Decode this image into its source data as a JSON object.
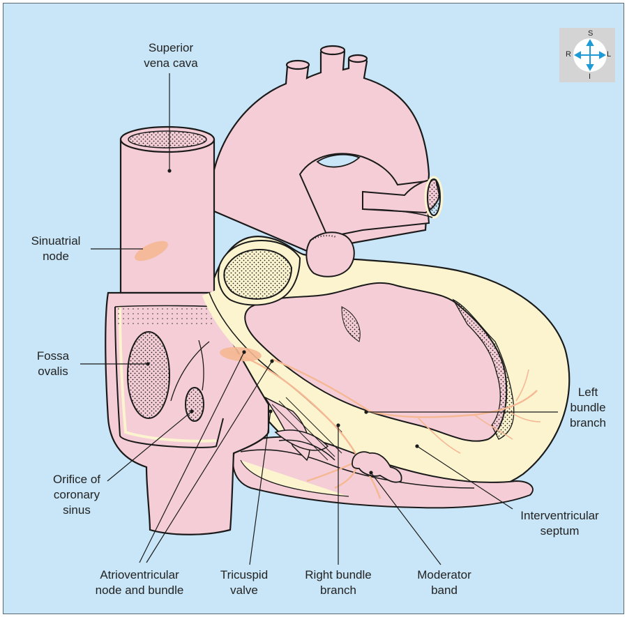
{
  "colors": {
    "background": "#c8e6f7",
    "heart": "#f4cdd6",
    "myocardium": "#fbf4cf",
    "conduction": "#f5b893",
    "outline": "#1a1a1a",
    "compass_arrow": "#1e9bd7"
  },
  "compass": {
    "superior": "S",
    "inferior": "I",
    "right": "R",
    "left": "L"
  },
  "labels": {
    "superior_vena_cava": "Superior\nvena cava",
    "sinuatrial_node": "Sinuatrial\nnode",
    "fossa_ovalis": "Fossa\novalis",
    "orifice_coronary_sinus": "Orifice of\ncoronary\nsinus",
    "av_node": "Atrioventricular\nnode and bundle",
    "tricuspid_valve": "Tricuspid\nvalve",
    "right_bundle_branch": "Right bundle\nbranch",
    "moderator_band": "Moderator\nband",
    "interventricular_septum": "Interventricular\nseptum",
    "left_bundle_branch": "Left\nbundle\nbranch"
  }
}
